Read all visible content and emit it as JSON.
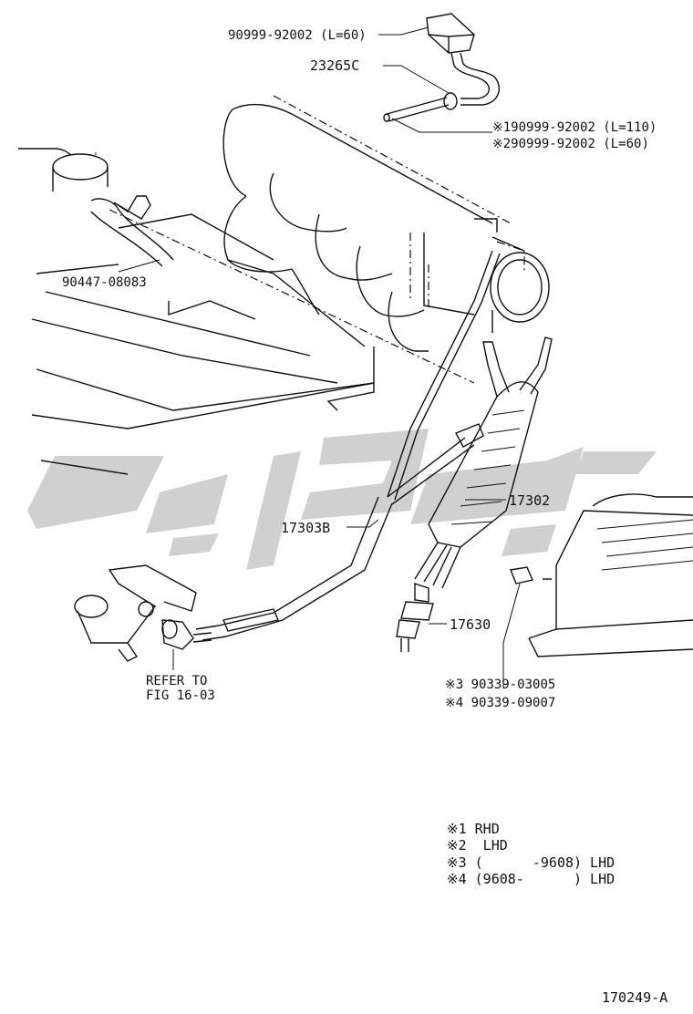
{
  "parts": {
    "p1": "90999-92002 (L=60)",
    "p2": "23265C",
    "p3a": "※190999-92002 (L=110)",
    "p3b": "※290999-92002 (L=60)",
    "p4": "90447-08083",
    "p5": "17302",
    "p6": "17303B",
    "p7": "17630",
    "p8a": "REFER TO",
    "p8b": "FIG 16-03",
    "p9a": "※3 90339-03005",
    "p9b": "※4 90339-09007"
  },
  "notes": [
    "※1 RHD",
    "※2  LHD",
    "※3 (      -9608) LHD",
    "※4 (9608-      ) LHD"
  ],
  "figure_id": "170249-A",
  "colors": {
    "line": "#111111",
    "watermark": "#c8c8c8"
  }
}
